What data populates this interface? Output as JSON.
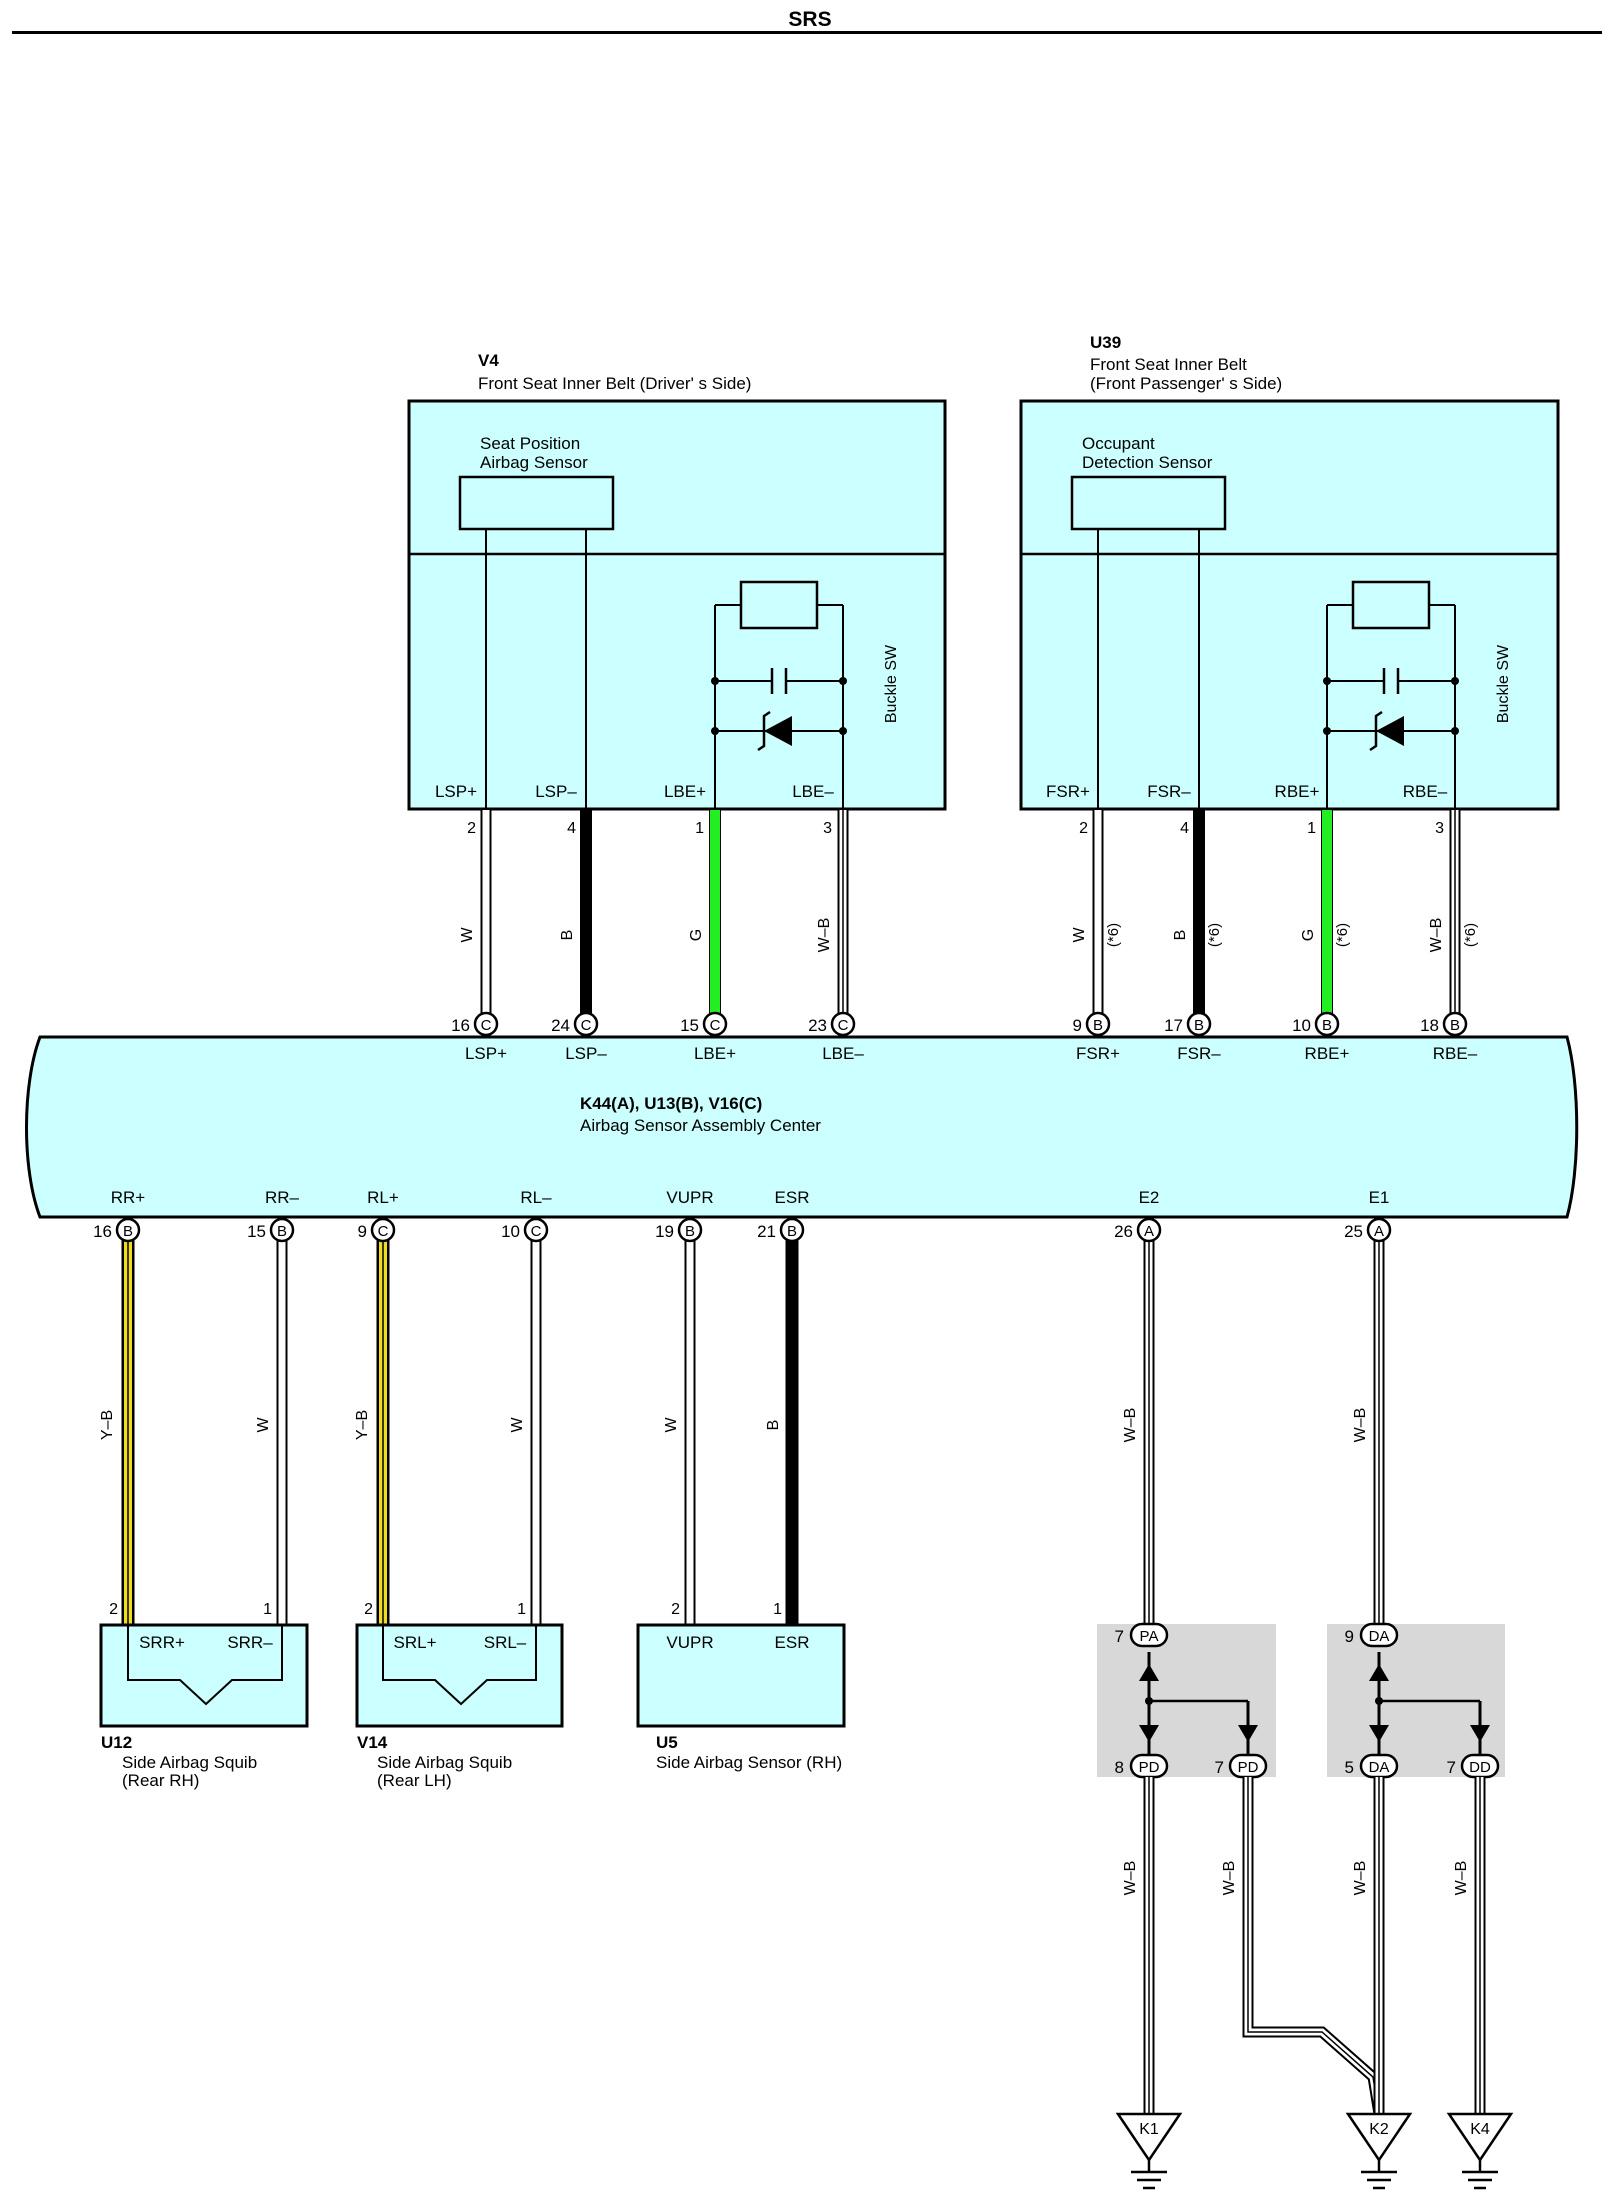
{
  "page": {
    "title": "SRS"
  },
  "colors": {
    "module_fill": "#ccffff",
    "splice_fill": "#d8d8d8",
    "green": "#22ee22",
    "yellow": "#f0dc1c",
    "black": "#000000"
  },
  "icons": {
    "ground": "ground-icon",
    "capacitor": "capacitor-icon",
    "zener": "zener-diode-icon",
    "resistor": "resistor-icon"
  },
  "v4": {
    "code": "V4",
    "name": "Front Seat Inner Belt (Driver' s Side)",
    "sensor_line1": "Seat Position",
    "sensor_line2": "Airbag Sensor",
    "switch_label": "Buckle SW",
    "pins": [
      {
        "label": "LSP+",
        "num": "2",
        "wire": "W",
        "conn": "C",
        "cnum": "16",
        "bus": "LSP+"
      },
      {
        "label": "LSP–",
        "num": "4",
        "wire": "B",
        "conn": "C",
        "cnum": "24",
        "bus": "LSP–"
      },
      {
        "label": "LBE+",
        "num": "1",
        "wire": "G",
        "conn": "C",
        "cnum": "15",
        "bus": "LBE+"
      },
      {
        "label": "LBE–",
        "num": "3",
        "wire": "W–B",
        "conn": "C",
        "cnum": "23",
        "bus": "LBE–"
      }
    ]
  },
  "u39": {
    "code": "U39",
    "name_line1": "Front Seat Inner Belt",
    "name_line2": "(Front Passenger' s Side)",
    "sensor_line1": "Occupant",
    "sensor_line2": "Detection Sensor",
    "switch_label": "Buckle SW",
    "note": "(*6)",
    "pins": [
      {
        "label": "FSR+",
        "num": "2",
        "wire": "W",
        "conn": "B",
        "cnum": "9",
        "bus": "FSR+"
      },
      {
        "label": "FSR–",
        "num": "4",
        "wire": "B",
        "conn": "B",
        "cnum": "17",
        "bus": "FSR–"
      },
      {
        "label": "RBE+",
        "num": "1",
        "wire": "G",
        "conn": "B",
        "cnum": "10",
        "bus": "RBE+"
      },
      {
        "label": "RBE–",
        "num": "3",
        "wire": "W–B",
        "conn": "B",
        "cnum": "18",
        "bus": "RBE–"
      }
    ]
  },
  "center": {
    "code": "K44(A), U13(B), V16(C)",
    "name": "Airbag Sensor Assembly Center",
    "bottom_pins": [
      {
        "label": "RR+",
        "conn": "B",
        "cnum": "16",
        "wire": "Y–B",
        "dnum": "2"
      },
      {
        "label": "RR–",
        "conn": "B",
        "cnum": "15",
        "wire": "W",
        "dnum": "1"
      },
      {
        "label": "RL+",
        "conn": "C",
        "cnum": "9",
        "wire": "Y–B",
        "dnum": "2"
      },
      {
        "label": "RL–",
        "conn": "C",
        "cnum": "10",
        "wire": "W",
        "dnum": "1"
      },
      {
        "label": "VUPR",
        "conn": "B",
        "cnum": "19",
        "wire": "W",
        "dnum": "2"
      },
      {
        "label": "ESR",
        "conn": "B",
        "cnum": "21",
        "wire": "B",
        "dnum": "1"
      },
      {
        "label": "E2",
        "conn": "A",
        "cnum": "26",
        "wire": "W–B"
      },
      {
        "label": "E1",
        "conn": "A",
        "cnum": "25",
        "wire": "W–B"
      }
    ]
  },
  "u12": {
    "code": "U12",
    "name_line1": "Side Airbag Squib",
    "name_line2": "(Rear RH)",
    "pin_a": "SRR+",
    "pin_b": "SRR–"
  },
  "v14": {
    "code": "V14",
    "name_line1": "Side Airbag Squib",
    "name_line2": "(Rear LH)",
    "pin_a": "SRL+",
    "pin_b": "SRL–"
  },
  "u5": {
    "code": "U5",
    "name": "Side Airbag Sensor (RH)",
    "pin_a": "VUPR",
    "pin_b": "ESR"
  },
  "splice_left": {
    "in_num": "7",
    "in_code": "PA",
    "out1_num": "8",
    "out1_code": "PD",
    "out2_num": "7",
    "out2_code": "PD"
  },
  "splice_right": {
    "in_num": "9",
    "in_code": "DA",
    "out1_num": "5",
    "out1_code": "DA",
    "out2_num": "7",
    "out2_code": "DD"
  },
  "ground_wires": [
    "W–B",
    "W–B",
    "W–B",
    "W–B"
  ],
  "grounds": [
    "K1",
    "K2",
    "K4"
  ]
}
